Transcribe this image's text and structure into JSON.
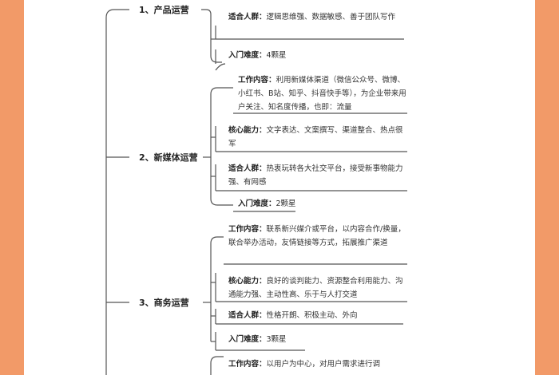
{
  "categories": [
    {
      "name": "1、产品运营",
      "items": [
        {
          "label": "适合人群：",
          "text": "逻辑思维强、数据敏感、善于团队写作"
        },
        {
          "label": "入门难度：",
          "text": "4颗星"
        }
      ]
    },
    {
      "name": "2、新媒体运营",
      "items": [
        {
          "label": "工作内容：",
          "text": "利用新媒体渠道（微信公众号、微博、小红书、B站、知乎、抖音快手等），为企业带来用户关注、知名度传播，也即：流量"
        },
        {
          "label": "核心能力：",
          "text": "文字表达、文案撰写、渠道整合、热点很军"
        },
        {
          "label": "适合人群：",
          "text": "热衷玩转各大社交平台，接受新事物能力强、有网感"
        },
        {
          "label": "入门难度：",
          "text": "2颗星"
        }
      ]
    },
    {
      "name": "3、商务运营",
      "items": [
        {
          "label": "工作内容：",
          "text": "联系新兴媒介或平台，以内容合作/换量，联合举办活动，友情链接等方式，拓展推广渠道"
        },
        {
          "label": "核心能力：",
          "text": "良好的谈判能力、资源整合利用能力、沟通能力强、主动性高、乐于与人打交道"
        },
        {
          "label": "适合人群：",
          "text": "性格开朗、积极主动、外向"
        },
        {
          "label": "入门难度：",
          "text": "3颗星"
        }
      ]
    },
    {
      "name": "",
      "items": [
        {
          "label": "工作内容：",
          "text": "以用户为中心，对用户需求进行调"
        }
      ]
    }
  ]
}
